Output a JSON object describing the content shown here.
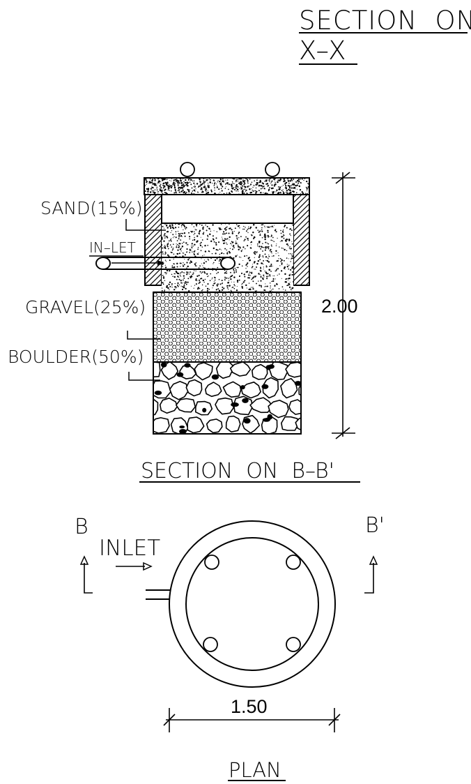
{
  "top_heading": {
    "line1": "SECTION  ON",
    "line2": "X–X"
  },
  "section_bb": {
    "title": "SECTION  ON  B–B'",
    "labels": {
      "sand": "SAND(15%)",
      "inlet": "IN–LET",
      "gravel": "GRAVEL(25%)",
      "boulder": "BOULDER(50%)"
    },
    "height_dimension": "2.00"
  },
  "plan": {
    "title": "PLAN",
    "inlet_label": "INLET",
    "section_mark_left": "B",
    "section_mark_right": "B'",
    "diameter_dimension": "1.50"
  },
  "colors": {
    "ink": "#000000",
    "paper": "#ffffff"
  }
}
